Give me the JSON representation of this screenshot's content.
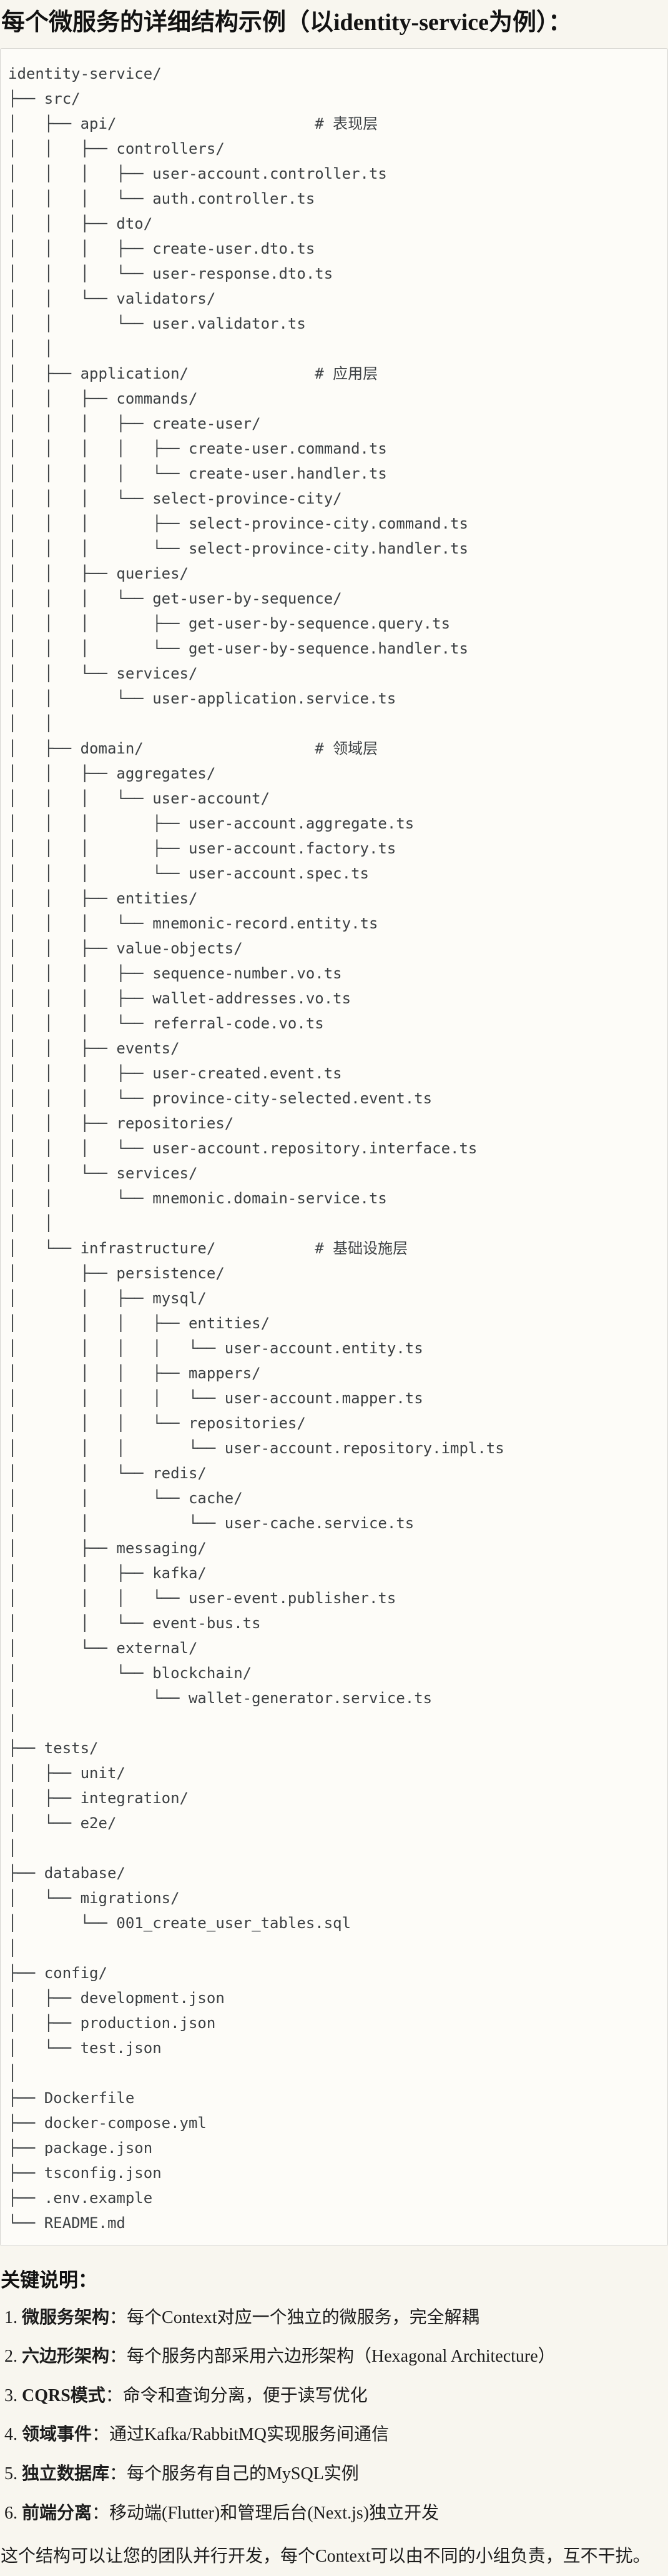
{
  "title": "每个微服务的详细结构示例（以identity-service为例）：",
  "colors": {
    "page_background": "#f8f6ef",
    "code_background": "#fdfcf8",
    "code_border": "#d7d6d1",
    "tree_text": "#3c4043",
    "heading_text": "#121212",
    "body_text": "#1c1c1c"
  },
  "tree": {
    "lines": [
      "identity-service/",
      "├── src/",
      "│   ├── api/                      # 表现层",
      "│   │   ├── controllers/",
      "│   │   │   ├── user-account.controller.ts",
      "│   │   │   └── auth.controller.ts",
      "│   │   ├── dto/",
      "│   │   │   ├── create-user.dto.ts",
      "│   │   │   └── user-response.dto.ts",
      "│   │   └── validators/",
      "│   │       └── user.validator.ts",
      "│   │",
      "│   ├── application/              # 应用层",
      "│   │   ├── commands/",
      "│   │   │   ├── create-user/",
      "│   │   │   │   ├── create-user.command.ts",
      "│   │   │   │   └── create-user.handler.ts",
      "│   │   │   └── select-province-city/",
      "│   │   │       ├── select-province-city.command.ts",
      "│   │   │       └── select-province-city.handler.ts",
      "│   │   ├── queries/",
      "│   │   │   └── get-user-by-sequence/",
      "│   │   │       ├── get-user-by-sequence.query.ts",
      "│   │   │       └── get-user-by-sequence.handler.ts",
      "│   │   └── services/",
      "│   │       └── user-application.service.ts",
      "│   │",
      "│   ├── domain/                   # 领域层",
      "│   │   ├── aggregates/",
      "│   │   │   └── user-account/",
      "│   │   │       ├── user-account.aggregate.ts",
      "│   │   │       ├── user-account.factory.ts",
      "│   │   │       └── user-account.spec.ts",
      "│   │   ├── entities/",
      "│   │   │   └── mnemonic-record.entity.ts",
      "│   │   ├── value-objects/",
      "│   │   │   ├── sequence-number.vo.ts",
      "│   │   │   ├── wallet-addresses.vo.ts",
      "│   │   │   └── referral-code.vo.ts",
      "│   │   ├── events/",
      "│   │   │   ├── user-created.event.ts",
      "│   │   │   └── province-city-selected.event.ts",
      "│   │   ├── repositories/",
      "│   │   │   └── user-account.repository.interface.ts",
      "│   │   └── services/",
      "│   │       └── mnemonic.domain-service.ts",
      "│   │",
      "│   └── infrastructure/           # 基础设施层",
      "│       ├── persistence/",
      "│       │   ├── mysql/",
      "│       │   │   ├── entities/",
      "│       │   │   │   └── user-account.entity.ts",
      "│       │   │   ├── mappers/",
      "│       │   │   │   └── user-account.mapper.ts",
      "│       │   │   └── repositories/",
      "│       │   │       └── user-account.repository.impl.ts",
      "│       │   └── redis/",
      "│       │       └── cache/",
      "│       │           └── user-cache.service.ts",
      "│       ├── messaging/",
      "│       │   ├── kafka/",
      "│       │   │   └── user-event.publisher.ts",
      "│       │   └── event-bus.ts",
      "│       └── external/",
      "│           └── blockchain/",
      "│               └── wallet-generator.service.ts",
      "│",
      "├── tests/",
      "│   ├── unit/",
      "│   ├── integration/",
      "│   └── e2e/",
      "│",
      "├── database/",
      "│   └── migrations/",
      "│       └── 001_create_user_tables.sql",
      "│",
      "├── config/",
      "│   ├── development.json",
      "│   ├── production.json",
      "│   └── test.json",
      "│",
      "├── Dockerfile",
      "├── docker-compose.yml",
      "├── package.json",
      "├── tsconfig.json",
      "├── .env.example",
      "└── README.md"
    ]
  },
  "notes": {
    "heading": "关键说明：",
    "items": [
      {
        "num": "1.",
        "term": "微服务架构",
        "sep": "：",
        "desc": "每个Context对应一个独立的微服务，完全解耦"
      },
      {
        "num": "2.",
        "term": "六边形架构",
        "sep": "：",
        "desc": "每个服务内部采用六边形架构（Hexagonal Architecture）"
      },
      {
        "num": "3.",
        "term": "CQRS模式",
        "sep": "：",
        "desc": "命令和查询分离，便于读写优化"
      },
      {
        "num": "4.",
        "term": "领域事件",
        "sep": "：",
        "desc": "通过Kafka/RabbitMQ实现服务间通信"
      },
      {
        "num": "5.",
        "term": "独立数据库",
        "sep": "：",
        "desc": "每个服务有自己的MySQL实例"
      },
      {
        "num": "6.",
        "term": "前端分离",
        "sep": "：",
        "desc": "移动端(Flutter)和管理后台(Next.js)独立开发"
      }
    ],
    "closing": "这个结构可以让您的团队并行开发，每个Context可以由不同的小组负责，互不干扰。"
  }
}
